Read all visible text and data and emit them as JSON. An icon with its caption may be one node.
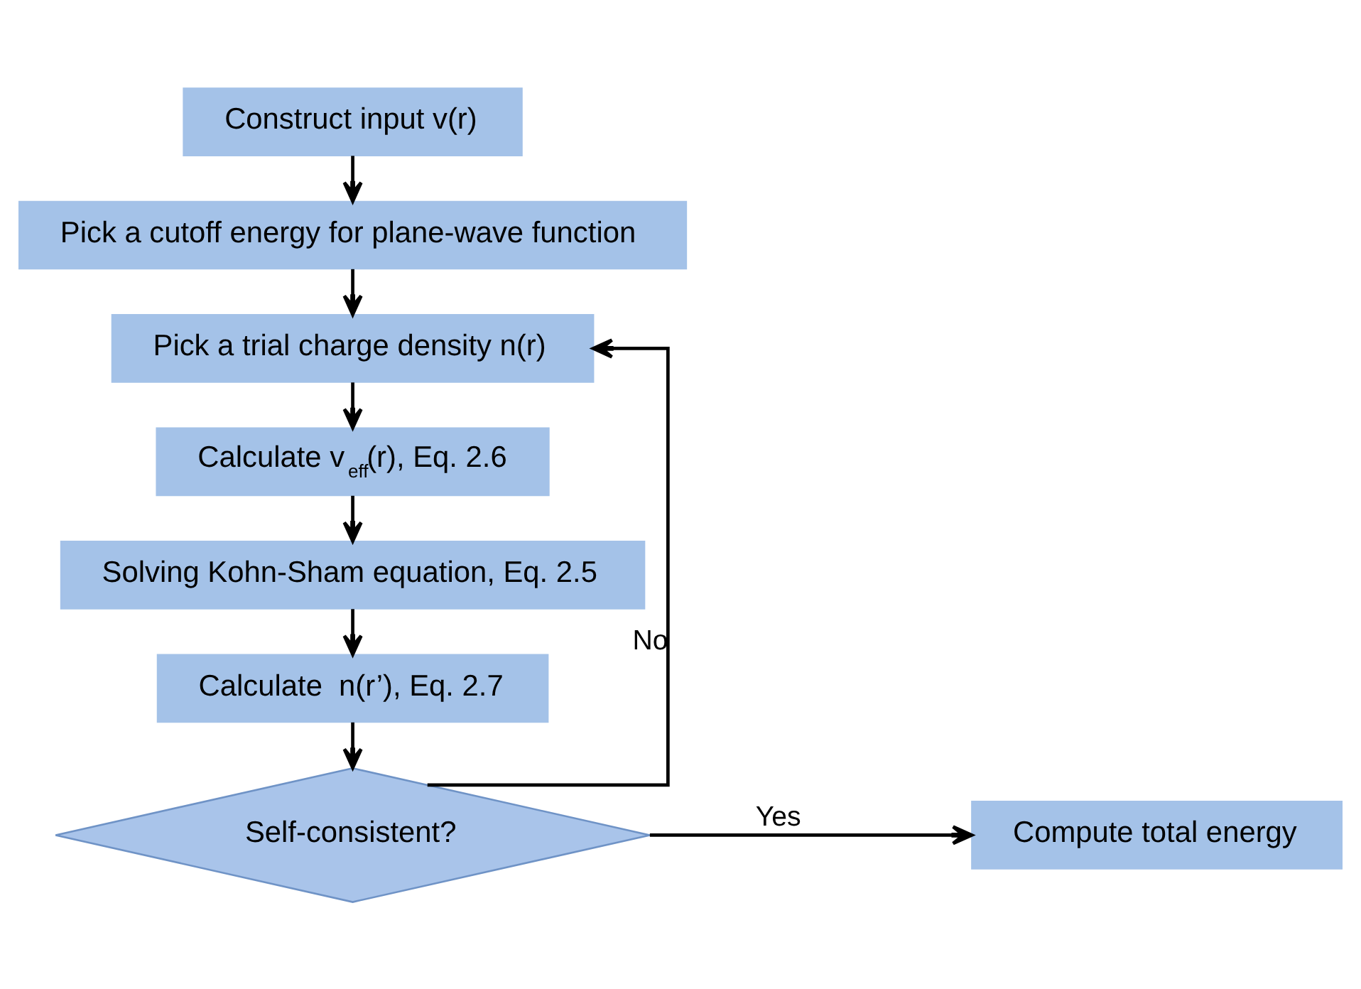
{
  "diagram": {
    "nodes": [
      {
        "text": [
          "Construct input v(r)"
        ]
      },
      {
        "text": [
          "Pick a cutoff energy for plane-wave function"
        ]
      },
      {
        "text": [
          "Pick a trial charge density n(r)"
        ]
      },
      {
        "text": [
          "Calculate v$_{eff}$(r), Eq. 2.6"
        ]
      },
      {
        "text": [
          "Solving Kohn-Sham equation, Eq. 2.5"
        ]
      },
      {
        "text": [
          "Calculate  n(r’), Eq. 2.7"
        ]
      },
      {
        "text": [
          "Self-consistent?"
        ]
      },
      {
        "text": [
          "Compute total energy"
        ]
      }
    ],
    "edges": [
      {
        "from": 0,
        "to": 1,
        "arrow": "to"
      },
      {
        "from": 1,
        "to": 2,
        "arrow": "to"
      },
      {
        "from": 2,
        "to": 3,
        "arrow": "to"
      },
      {
        "from": 3,
        "to": 4,
        "arrow": "to"
      },
      {
        "from": 4,
        "to": 5,
        "arrow": "to"
      },
      {
        "from": 5,
        "to": 6,
        "arrow": "to"
      },
      {
        "from": 6,
        "to": 2,
        "arrow": "to",
        "label": "No"
      },
      {
        "from": 6,
        "to": 7,
        "arrow": "to",
        "label": "Yes"
      }
    ]
  }
}
